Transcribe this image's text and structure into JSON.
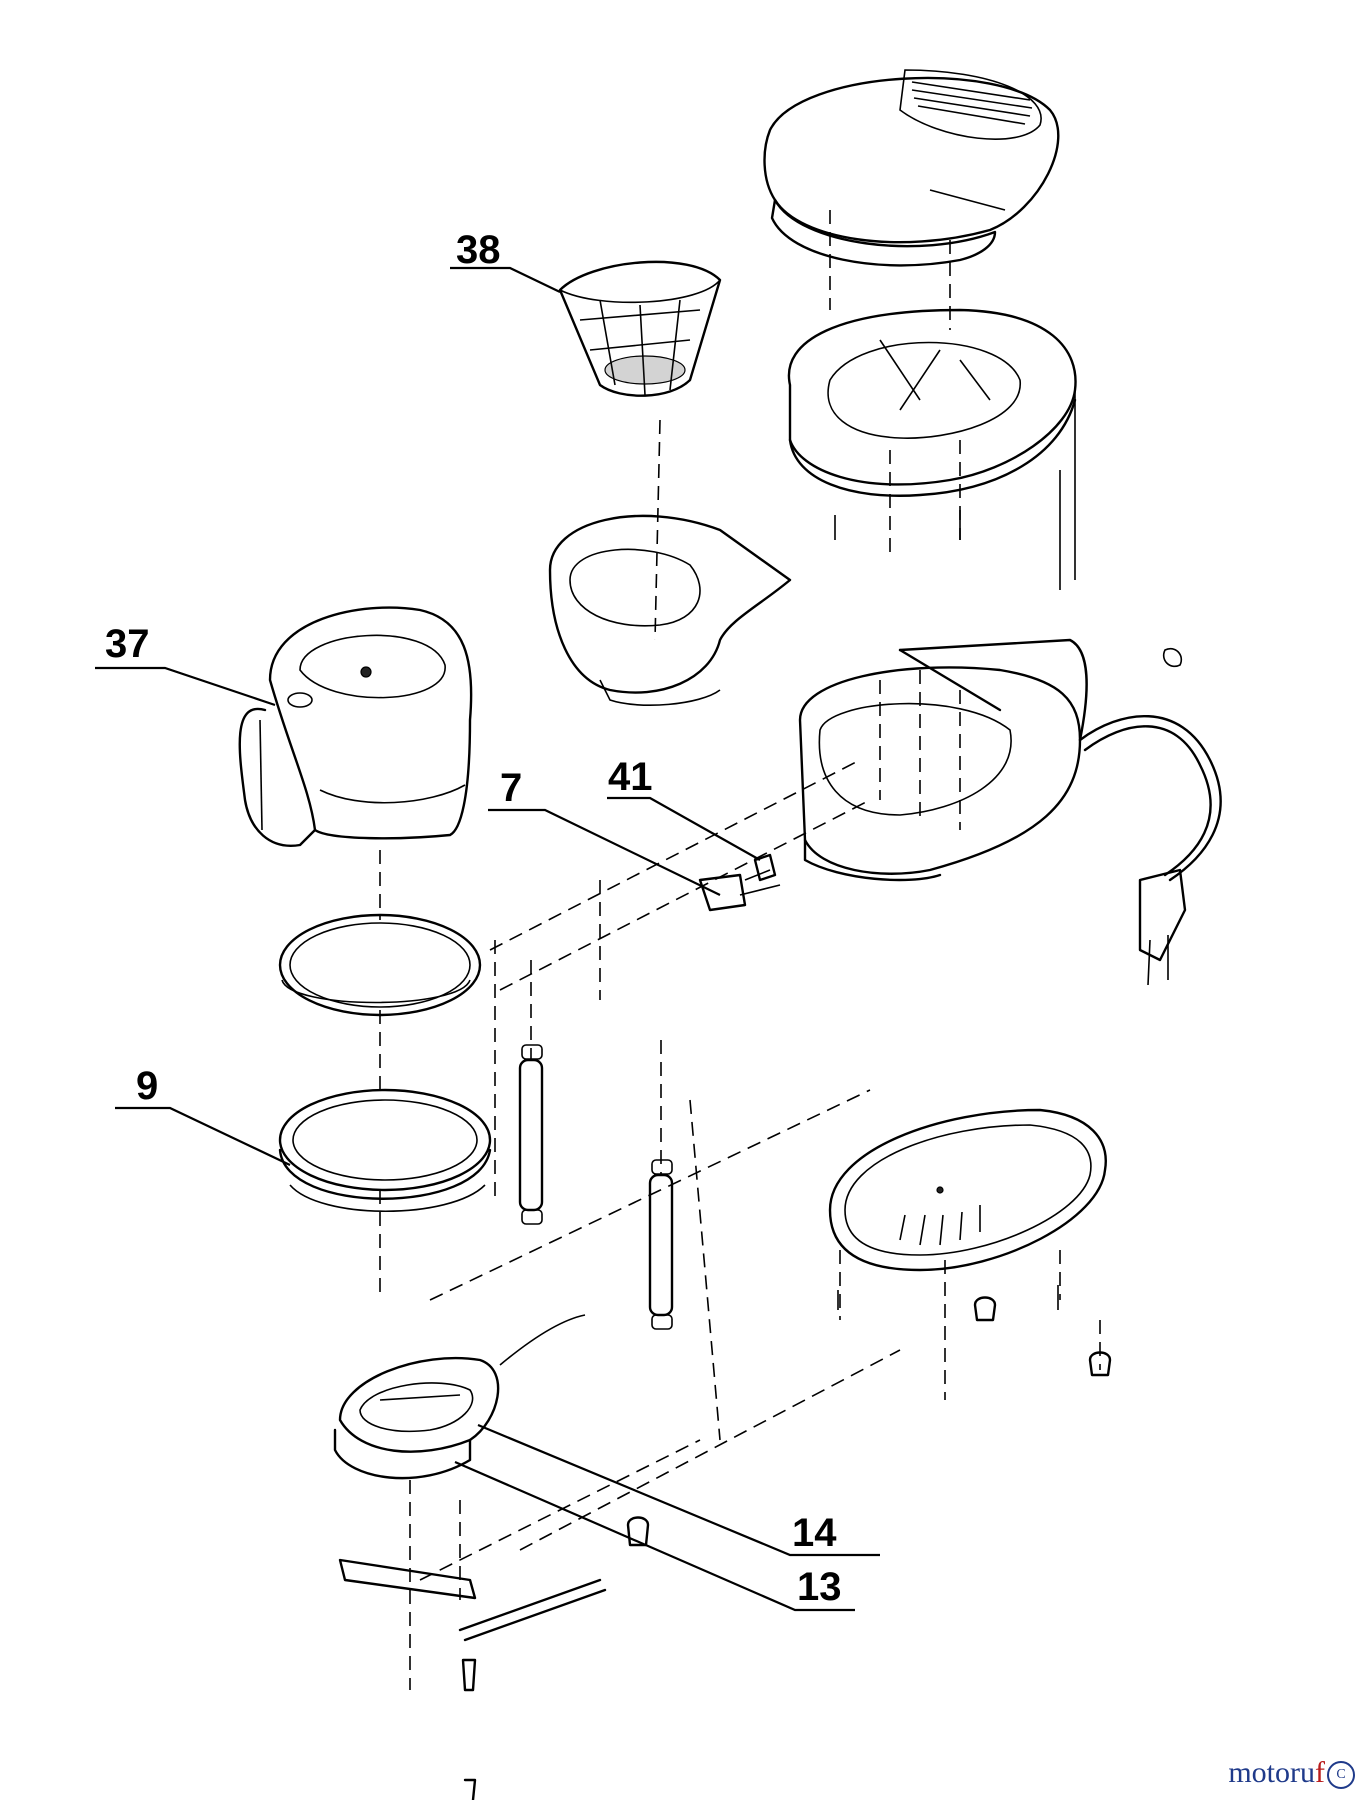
{
  "parts": [
    {
      "id": "p38",
      "number": "38",
      "name": "filter-basket"
    },
    {
      "id": "p37",
      "number": "37",
      "name": "carafe"
    },
    {
      "id": "p7",
      "number": "7",
      "name": "switch"
    },
    {
      "id": "p41",
      "number": "41",
      "name": "switch-clip"
    },
    {
      "id": "p9",
      "number": "9",
      "name": "hotplate-ring"
    },
    {
      "id": "p14",
      "number": "14",
      "name": "heating-element"
    },
    {
      "id": "p13",
      "number": "13",
      "name": "heating-base"
    }
  ],
  "watermark": {
    "main": "motoru",
    "accent": "f",
    "badge": "C"
  },
  "colors": {
    "line": "#000000",
    "watermark": "#1f3a8a",
    "watermark_accent": "#b91c1c"
  }
}
